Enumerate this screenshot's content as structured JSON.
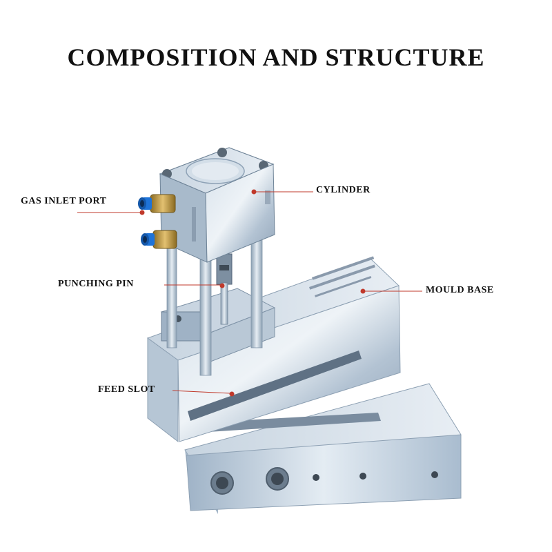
{
  "title": "COMPOSITION AND STRUCTURE",
  "labels": {
    "gas_inlet_port": "GAS INLET PORT",
    "cylinder": "CYLINDER",
    "punching_pin": "PUNCHING PIN",
    "mould_base": "MOULD BASE",
    "feed_slot": "FEED SLOT"
  },
  "colors": {
    "accent_line": "#c0392b",
    "metal": "#b7c6d6",
    "fitting_blue": "#1e73d8",
    "fitting_brass": "#c9a24a"
  }
}
